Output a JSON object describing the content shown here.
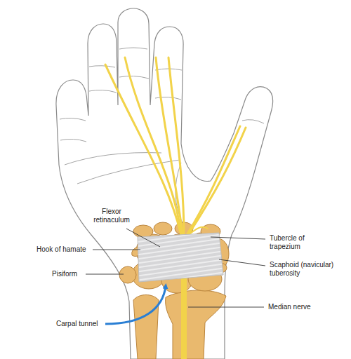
{
  "diagram": {
    "labels": [
      "Flexor retinaculum",
      "Hook of hamate",
      "Pisiform",
      "Carpal tunnel",
      "Tubercle of trapezium",
      "Scaphoid (navicular) tuberosity",
      "Median nerve"
    ]
  }
}
